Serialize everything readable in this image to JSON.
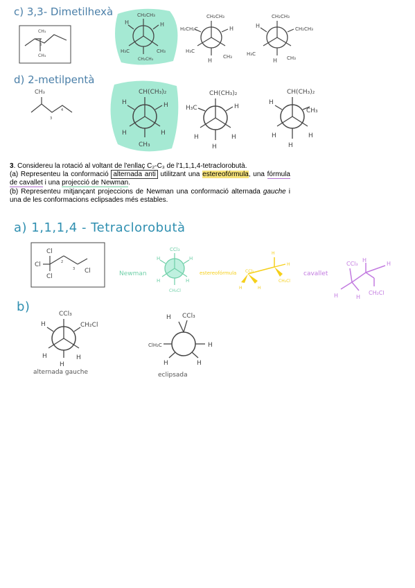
{
  "section_c": {
    "title": "c) 3,3- Dimetilhexà"
  },
  "section_d": {
    "title": "d) 2-metilpentà"
  },
  "problem": {
    "number": "3",
    "statement": ". Considereu la rotació al voltant de l'enllaç C₂-C₃ de l'1,1,1,4-tetraclorobutà.",
    "part_a_prefix": "(a) Representeu la conformació ",
    "part_a_boxed": "alternada anti",
    "part_a_mid": " utilitzant una ",
    "part_a_highlight": "estereofórmula",
    "part_a_mid2": ", una ",
    "part_a_purple": "fórmula de cavallet",
    "part_a_mid3": " i una ",
    "part_a_green": "projecció de Newman",
    "part_a_end": ".",
    "part_b_prefix": "(b) Representeu mitjançant projeccions de Newman una conformació alternada ",
    "part_b_italic": "gauche",
    "part_b_end": " i una de les conformacions eclipsades més estables."
  },
  "answer_a": {
    "title": "a) 1,1,1,4 - Tetraclorobutà",
    "newman_label": "Newman",
    "stereo_label": "estereofórmula",
    "cavallet_label": "cavallet"
  },
  "answer_b": {
    "title": "b)",
    "gauche_label": "alternada gauche",
    "eclipsed_label": "eclipsada"
  },
  "colors": {
    "mint": "#7fe0c0",
    "yellow": "#f5cf1a",
    "violet": "#c27ae0",
    "heading": "#4a7fa8"
  }
}
